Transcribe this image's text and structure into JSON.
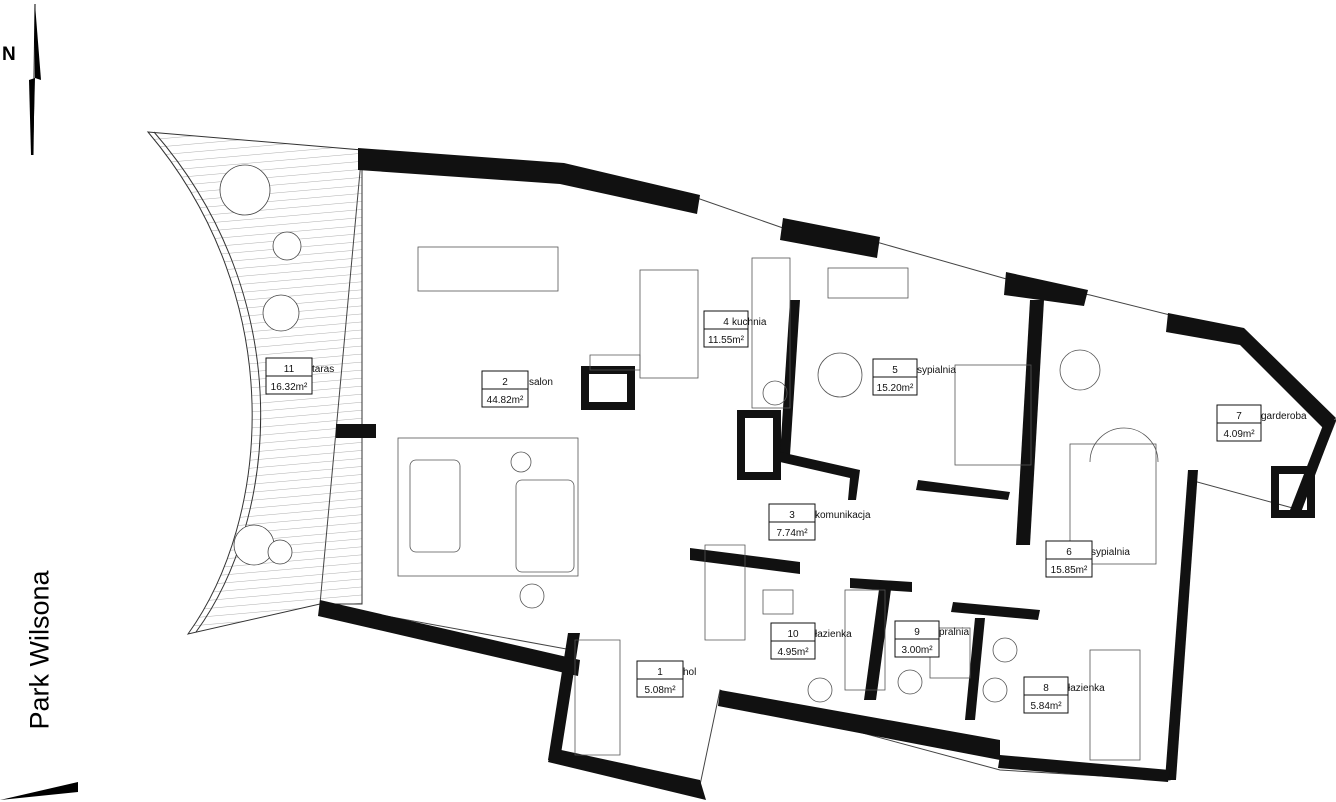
{
  "compass": {
    "label": "N"
  },
  "street": {
    "label": "Park Wilsona"
  },
  "rooms": [
    {
      "id": "11",
      "name": "taras",
      "area": "16.32m²"
    },
    {
      "id": "2",
      "name": "salon",
      "area": "44.82m²"
    },
    {
      "id": "4",
      "name": "kuchnia",
      "area": "11.55m²"
    },
    {
      "id": "5",
      "name": "sypialnia",
      "area": "15.20m²"
    },
    {
      "id": "7",
      "name": "garderoba",
      "area": "4.09m²"
    },
    {
      "id": "3",
      "name": "komunikacja",
      "area": "7.74m²"
    },
    {
      "id": "6",
      "name": "sypialnia",
      "area": "15.85m²"
    },
    {
      "id": "10",
      "name": "łazienka",
      "area": "4.95m²"
    },
    {
      "id": "9",
      "name": "pralnia",
      "area": "3.00m²"
    },
    {
      "id": "1",
      "name": "hol",
      "area": "5.08m²"
    },
    {
      "id": "8",
      "name": "łazienka",
      "area": "5.84m²"
    }
  ],
  "colors": {
    "wall": "#111111",
    "line": "#555555",
    "fill": "#ffffff"
  }
}
